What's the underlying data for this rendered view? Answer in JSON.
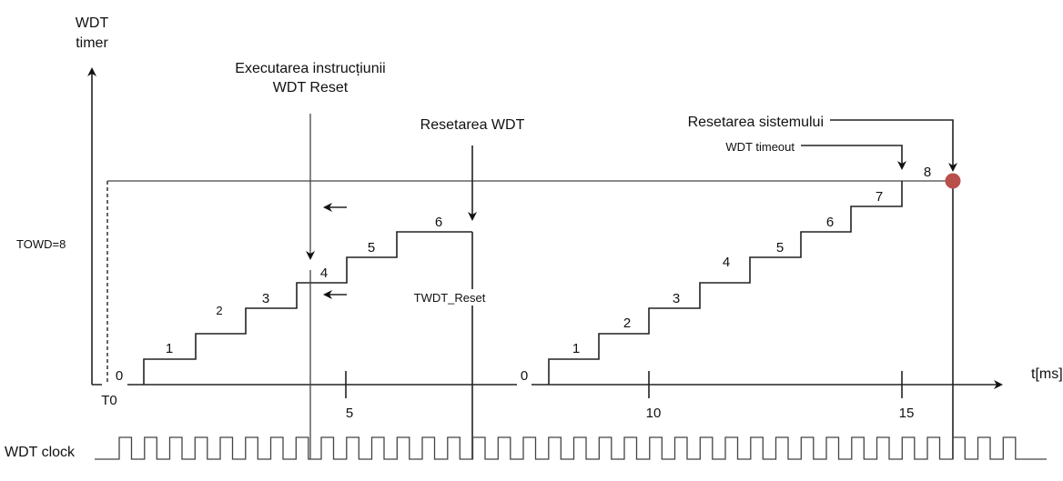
{
  "y_axis_label": [
    "WDT",
    "timer"
  ],
  "x_axis_label": "t[ms]",
  "instruction_label": [
    "Executarea instrucțiunii",
    "WDT Reset"
  ],
  "wdt_reset_label": "Resetarea WDT",
  "system_reset_label": "Resetarea sistemului",
  "timeout_label": "WDT timeout",
  "towd_label": "TOWD=8",
  "t0_label": "T0",
  "twdt_reset_label": "TWDT_Reset",
  "clock_label": "WDT clock",
  "x_ticks": [
    "5",
    "10",
    "15"
  ],
  "first_count": [
    "0",
    "1",
    "2",
    "3",
    "4",
    "5",
    "6"
  ],
  "second_count": [
    "0",
    "1",
    "2",
    "3",
    "4",
    "5",
    "6",
    "7",
    "8"
  ],
  "colors": {
    "reset_dot": "#b9504c"
  }
}
